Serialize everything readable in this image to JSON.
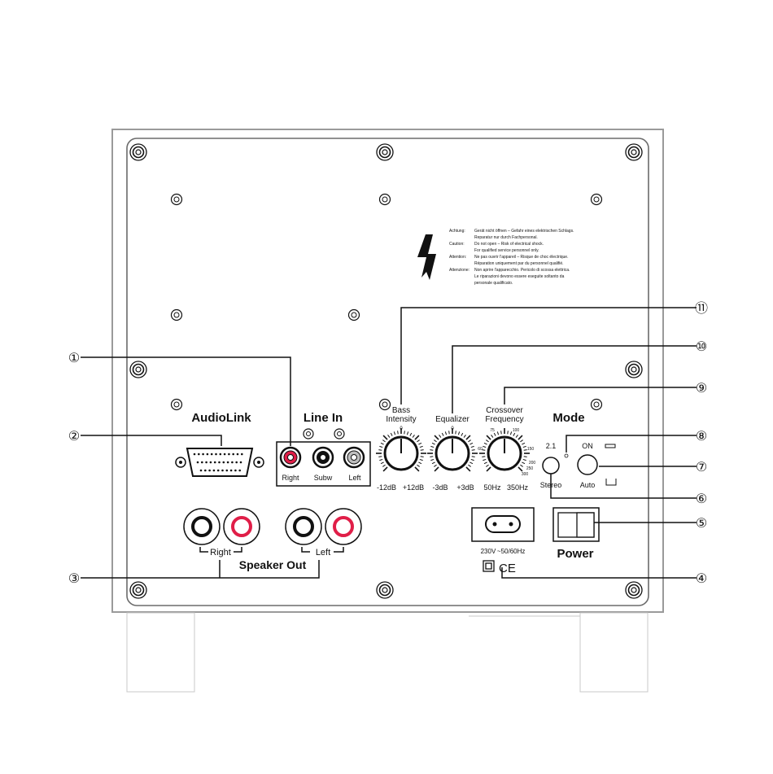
{
  "labels": {
    "audiolink": "AudioLink",
    "line_in": "Line In",
    "right": "Right",
    "subw": "Subw",
    "left": "Left",
    "speaker_out": "Speaker Out",
    "so_right": "Right",
    "so_left": "Left",
    "bass_intensity_1": "Bass",
    "bass_intensity_2": "Intensity",
    "equalizer": "Equalizer",
    "crossover_1": "Crossover",
    "crossover_2": "Frequency",
    "mode": "Mode",
    "power": "Power",
    "mains": "230V ~50/60Hz",
    "ce": "CE",
    "stereo": "Stereo",
    "two_one": "2.1",
    "on": "ON",
    "auto": "Auto"
  },
  "scales": {
    "bass_min": "-12dB",
    "bass_max": "+12dB",
    "bass_zero": "0",
    "eq_min": "-3dB",
    "eq_max": "+3dB",
    "eq_zero": "0",
    "xo_min": "50Hz",
    "xo_max": "350Hz",
    "xo_75": "75",
    "xo_100": "100",
    "xo_150": "150",
    "xo_200": "200",
    "xo_250": "250",
    "xo_300": "300",
    "xo_60": "60"
  },
  "callouts": [
    "①",
    "②",
    "③",
    "④",
    "⑤",
    "⑥",
    "⑦",
    "⑧",
    "⑨",
    "⑩",
    "⑪"
  ],
  "warning": [
    {
      "k": "Achtung:",
      "t": "Gerät nicht öffnen – Gefahr eines elektrischen Schlags."
    },
    {
      "k": "",
      "t": "Reparatur nur durch Fachpersonal."
    },
    {
      "k": "Caution:",
      "t": "Do not open – Risk of electrical shock."
    },
    {
      "k": "",
      "t": "For qualified service personnel only."
    },
    {
      "k": "Attention:",
      "t": "Ne pas ouvrir l'appareil – Risque de choc électrique."
    },
    {
      "k": "",
      "t": "Réparation uniquement par du personnel qualifié."
    },
    {
      "k": "Attenzione:",
      "t": "Non aprire l'apparecchio. Pericolo di scossa elettrica."
    },
    {
      "k": "",
      "t": "Le riparazioni devono essere eseguite soltanto da"
    },
    {
      "k": "",
      "t": "personale qualificato."
    }
  ]
}
